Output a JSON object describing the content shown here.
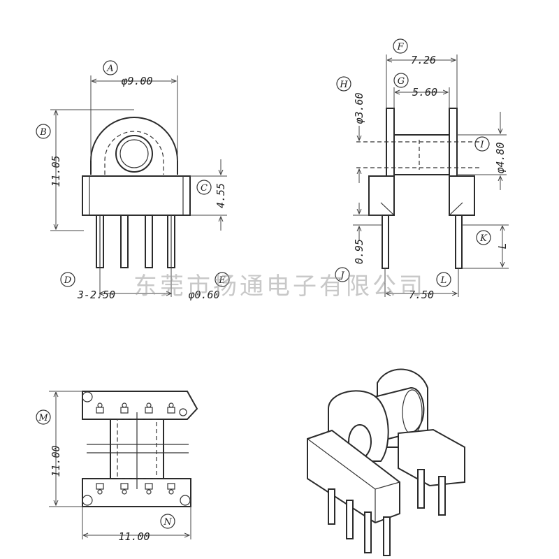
{
  "watermark": "东莞市扬通电子有限公司",
  "front_view": {
    "A": "A",
    "A_dim": "φ9.00",
    "B": "B",
    "B_dim": "11.05",
    "C": "C",
    "C_dim": "4.55",
    "D": "D",
    "D_dim": "3-2.50",
    "E": "E",
    "E_dim": "φ0.60"
  },
  "side_view": {
    "F": "F",
    "F_dim": "7.26",
    "G": "G",
    "G_dim": "5.60",
    "H": "H",
    "H_dim": "φ3.60",
    "I": "I",
    "I_dim": "φ4.80",
    "J": "J",
    "J_dim": "0.95",
    "K": "K",
    "K_dim": "L",
    "L": "L",
    "L_dim": "7.50"
  },
  "top_view": {
    "M": "M",
    "M_dim": "11.00",
    "N": "N",
    "N_dim": "11.00"
  }
}
